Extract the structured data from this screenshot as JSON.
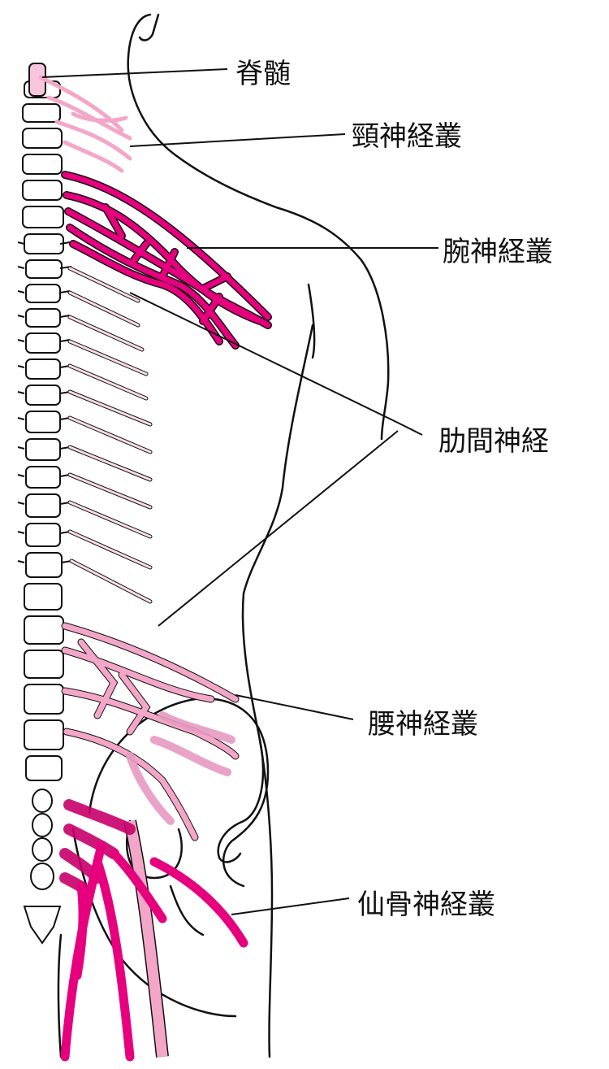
{
  "diagram": {
    "subject": "spinal cord and nerve plexuses (posterior view)",
    "colors": {
      "nerve_main": "#e6007e",
      "nerve_light": "#f4a6c8",
      "nerve_pale": "#f7cfe0",
      "outline": "#111111",
      "background": "#ffffff"
    },
    "labels": [
      {
        "id": "spinal-cord",
        "text": "脊髄"
      },
      {
        "id": "cervical-plexus",
        "text": "頸神経叢"
      },
      {
        "id": "brachial-plexus",
        "text": "腕神経叢"
      },
      {
        "id": "intercostal-nerves",
        "text": "肋間神経"
      },
      {
        "id": "lumbar-plexus",
        "text": "腰神経叢"
      },
      {
        "id": "sacral-plexus",
        "text": "仙骨神経叢"
      }
    ]
  }
}
